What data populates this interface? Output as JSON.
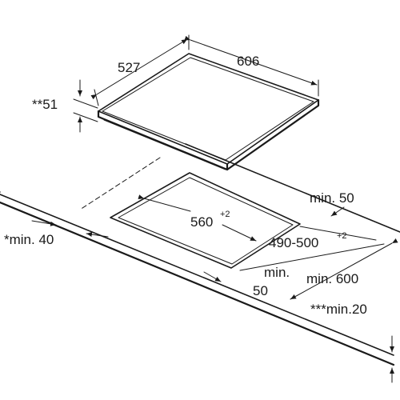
{
  "diagram": {
    "hob_depth": "527",
    "hob_width": "606",
    "hob_thickness": "**51",
    "cutout_width": "560",
    "cutout_width_tol": "+2",
    "cutout_depth": "490-500",
    "cutout_depth_tol": "+2",
    "front_min_prefix": "*min. 40",
    "back_min": "min. 50",
    "side_min_line1": "min.",
    "side_min_line2": "50",
    "worktop_depth_min": "min. 600",
    "worktop_thickness_min": "***min.20"
  }
}
